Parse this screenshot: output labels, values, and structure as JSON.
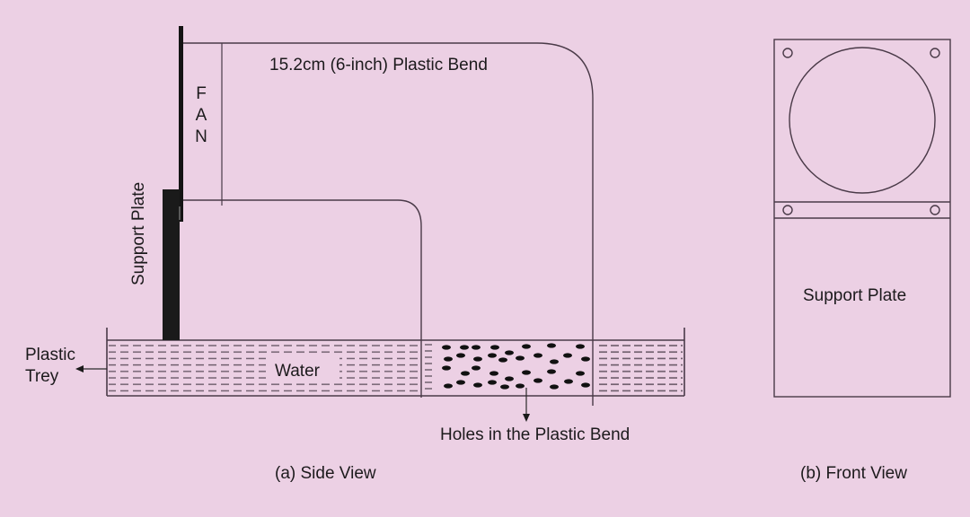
{
  "colors": {
    "background": "#ecd0e4",
    "stroke": "#4a3a48",
    "solid": "#1a1a1a",
    "text": "#1c1a1c"
  },
  "side_view": {
    "caption": "(a) Side View",
    "bend_label": "15.2cm (6-inch) Plastic Bend",
    "fan_letters": [
      "F",
      "A",
      "N"
    ],
    "support_plate_label": "Support Plate",
    "tray_label_line1": "Plastic",
    "tray_label_line2": "Trey",
    "water_label": "Water",
    "holes_label": "Holes in the Plastic Bend"
  },
  "front_view": {
    "caption": "(b) Front View",
    "support_plate_label": "Support Plate",
    "mounting_holes": 4
  }
}
